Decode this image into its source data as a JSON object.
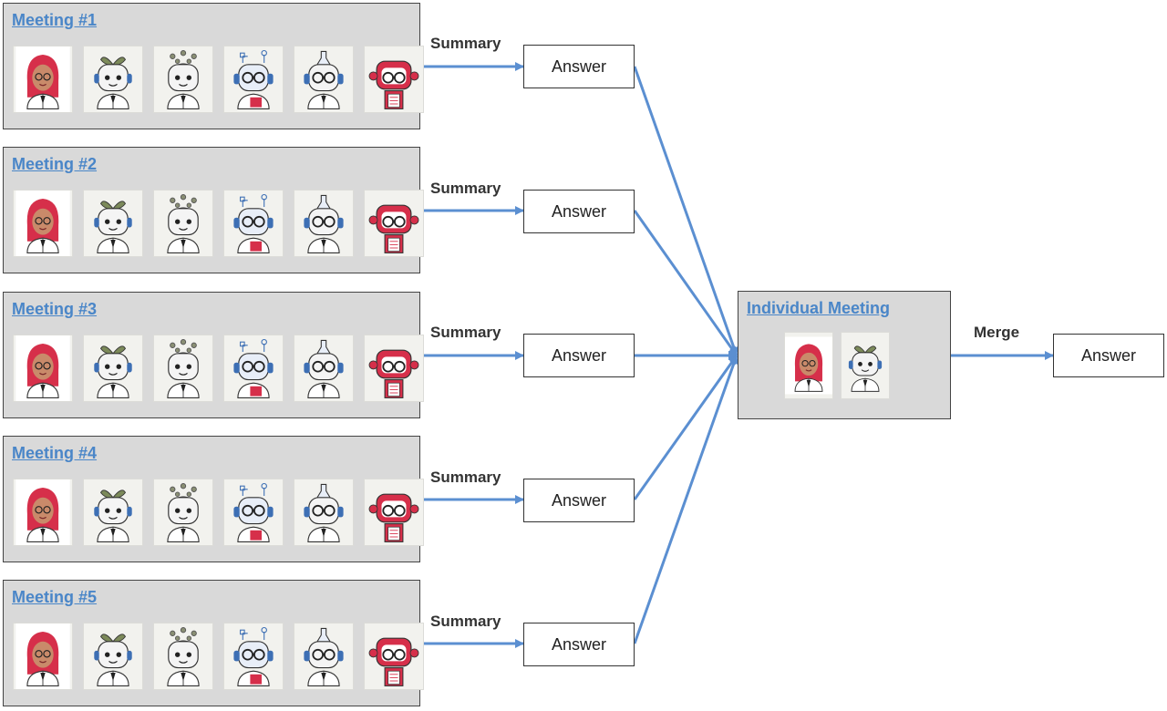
{
  "meetings": [
    {
      "title": "Meeting #1"
    },
    {
      "title": "Meeting #2"
    },
    {
      "title": "Meeting #3"
    },
    {
      "title": "Meeting #4"
    },
    {
      "title": "Meeting #5"
    }
  ],
  "edge_labels": {
    "summary": "Summary",
    "merge": "Merge"
  },
  "answer_label": "Answer",
  "individual_meeting": {
    "title": "Individual Meeting"
  },
  "avatars": [
    "human-scientist-avatar",
    "plant-scientist-avatar",
    "neural-scientist-avatar",
    "circuit-scientist-avatar",
    "chemist-robot-avatar",
    "critic-robot-avatar"
  ],
  "colors": {
    "link": "#4a86c8",
    "arrow": "#5b8fd1",
    "box_fill": "#d9d9d9",
    "border": "#444444"
  }
}
